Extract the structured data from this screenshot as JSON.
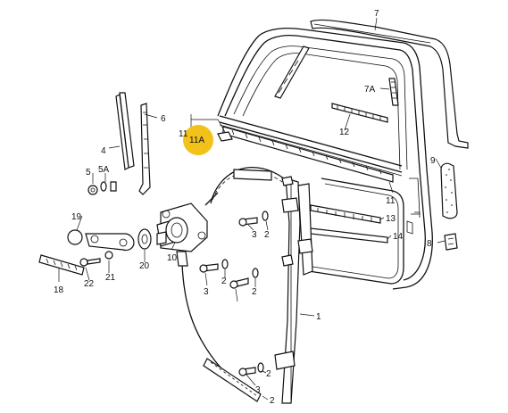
{
  "diagram": {
    "highlight_color": "#F2C21B",
    "line_color": "#111111",
    "labels": {
      "p1": "1",
      "p2a": "2",
      "p2b": "2",
      "p2c": "2",
      "p2d": "2",
      "p2e": "2",
      "p3a": "3",
      "p3b": "3",
      "p3c": "3",
      "p4": "4",
      "p5": "5",
      "p5a": "5A",
      "p6": "6",
      "p7": "7",
      "p7a": "7A",
      "p8": "8",
      "p9": "9",
      "p10": "10",
      "p11a": "11",
      "p11b": "11",
      "p11A": "11A",
      "p12": "12",
      "p13": "13",
      "p14": "14",
      "p18": "18",
      "p19": "19",
      "p20": "20",
      "p21": "21",
      "p22": "22"
    }
  }
}
